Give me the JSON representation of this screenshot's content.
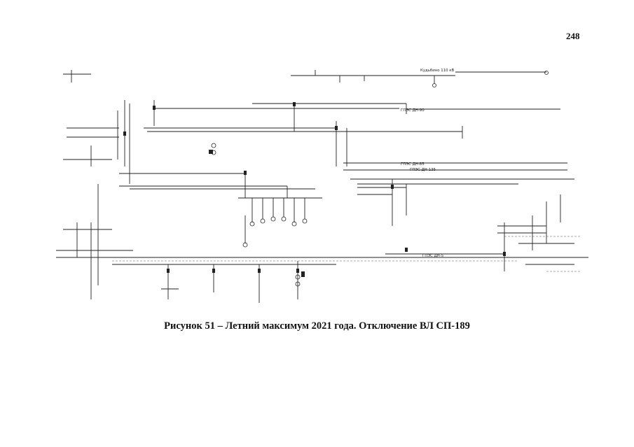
{
  "page": {
    "number": "248"
  },
  "figure": {
    "caption": "Рисунок 51 – Летний максимум 2021 года. Отключение ВЛ СП-189"
  },
  "diagram": {
    "labels": {
      "top_right_voltage": "Кудьбино 110 кВ",
      "gpes_dn90": "ГПЭС ДН-90",
      "gpes_dn85": "ГПЭС ДН-85",
      "gpes_dn135": "ГПЭС ДН-135",
      "gpes_dn5": "ГПЭС ДН-5"
    }
  }
}
